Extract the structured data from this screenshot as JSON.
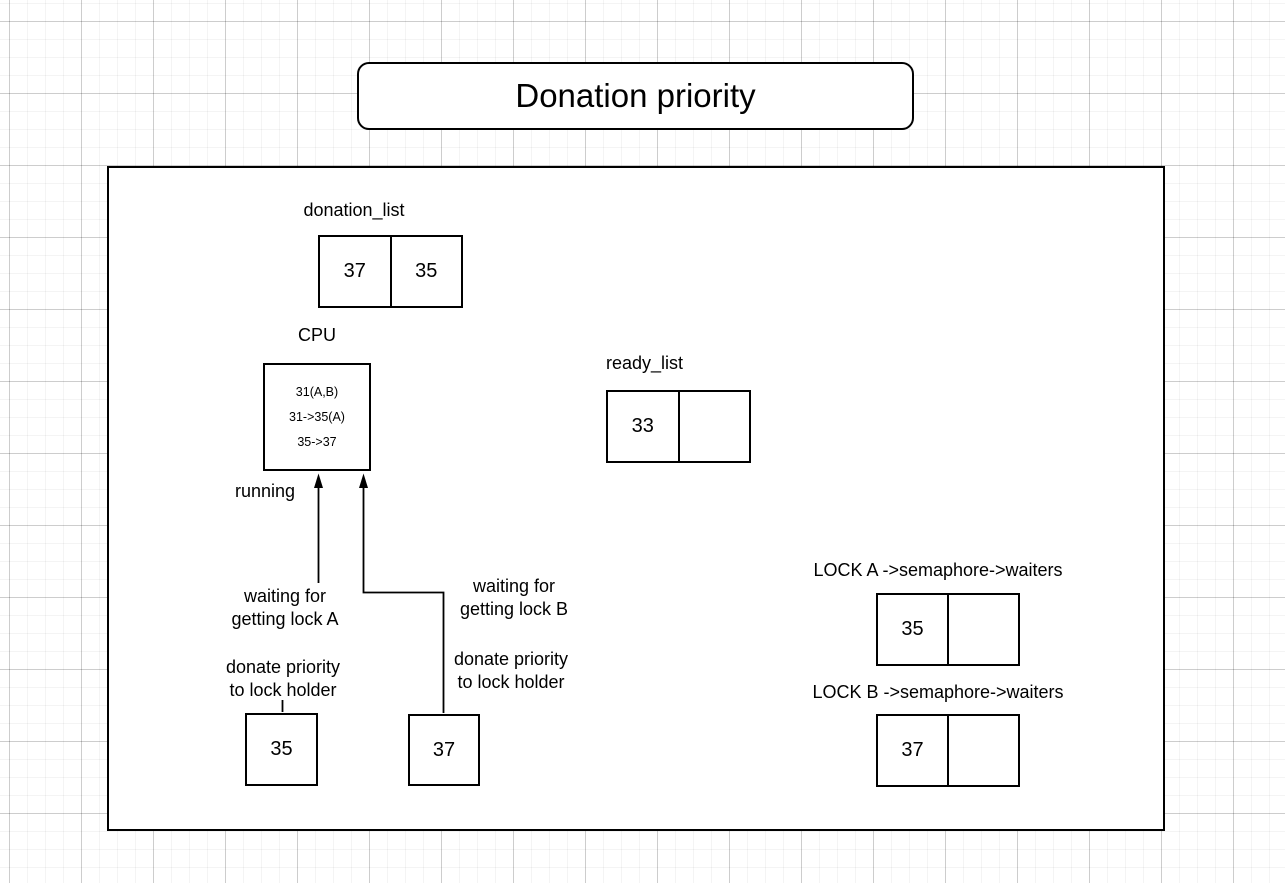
{
  "title": "Donation priority",
  "donation_list": {
    "label": "donation_list",
    "cells": [
      "37",
      "35"
    ]
  },
  "cpu": {
    "label": "CPU",
    "lines": [
      "31(A,B)",
      "31->35(A)",
      "35->37"
    ],
    "running_label": "running"
  },
  "ready_list": {
    "label": "ready_list",
    "cells": [
      "33",
      ""
    ]
  },
  "annotations": {
    "waiting_lock_a": "waiting for\ngetting lock A",
    "donate_a": "donate priority\nto lock holder",
    "waiting_lock_b": "waiting for\ngetting lock B",
    "donate_b": "donate priority\nto lock holder"
  },
  "waiting_thread_a": {
    "value": "35"
  },
  "waiting_thread_b": {
    "value": "37"
  },
  "lock_a": {
    "label": "LOCK A ->semaphore->waiters",
    "cells": [
      "35",
      ""
    ]
  },
  "lock_b": {
    "label": "LOCK B ->semaphore->waiters",
    "cells": [
      "37",
      ""
    ]
  }
}
